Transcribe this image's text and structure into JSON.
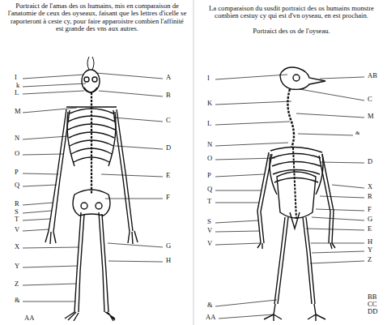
{
  "diagram": {
    "labels": [
      "Portraict de l'amas des os humains, mis en comparaison de l'anatomie de ceux des oyseaux, faisant que les lettres d'icelle se raporteront à ceste cy, pour faire apparoistre combien l'affinité est grande des vns aux autres.",
      "La comparaison du susdit portraict des os humains monstre combien cestuy cy qui est d'vn oyseau, en est prochain.",
      "Portraict des os de l'oyseau.",
      "I",
      "k",
      "L",
      "M",
      "N",
      "O",
      "P",
      "Q",
      "R",
      "S",
      "T",
      "V",
      "X",
      "Y",
      "Z",
      "&",
      "AA",
      "A",
      "B",
      "C",
      "D",
      "E",
      "F",
      "G",
      "H",
      "I",
      "K",
      "L",
      "N",
      "O",
      "P",
      "Q",
      "T",
      "S",
      "V",
      "V",
      "&",
      "AA",
      "AB",
      "C",
      "M",
      "&",
      "D",
      "X",
      "R",
      "F",
      "G",
      "E",
      "H",
      "Y",
      "Z",
      "BB",
      "CC",
      "DD"
    ]
  }
}
